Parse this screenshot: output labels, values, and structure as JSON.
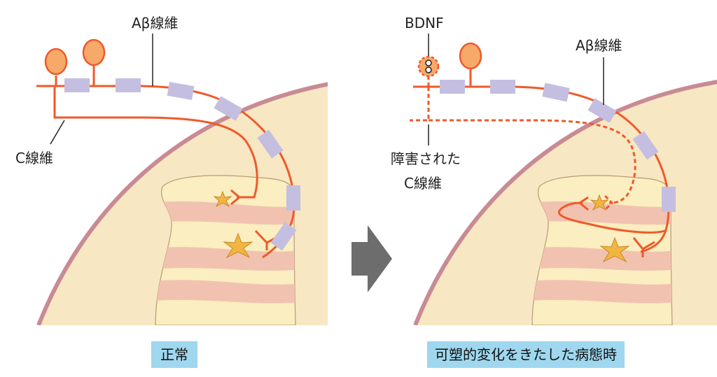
{
  "labels": {
    "abeta_left": "Aβ線維",
    "c_fiber_left": "C線維",
    "bdnf": "BDNF",
    "abeta_right": "Aβ線維",
    "damaged_c_line1": "障害された",
    "damaged_c_line2": "C線維"
  },
  "captions": {
    "normal": "正常",
    "plastic": "可塑的変化をきたした病態時"
  },
  "colors": {
    "fiber": "#ee5a2a",
    "myelin": "#c4bfe0",
    "spinal_cord": "#f8e7c3",
    "cord_edge": "#c88b94",
    "lamina_pink": "#f2c2b0",
    "lamina_yellow": "#fbeec0",
    "neuron": "#f0b640",
    "caption_bg": "#9fd7ee",
    "arrow": "#6d6d6d"
  }
}
